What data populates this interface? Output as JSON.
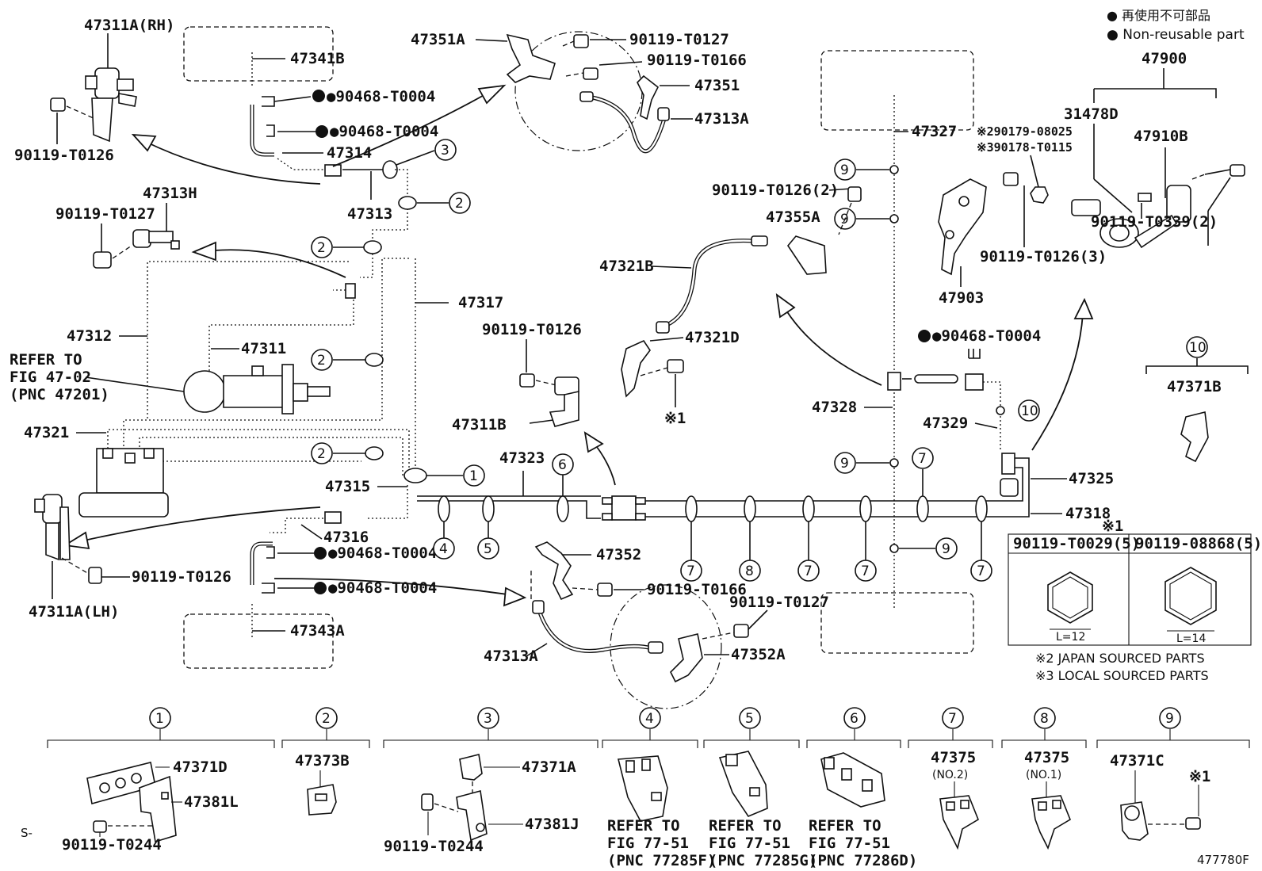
{
  "legend": {
    "jp": "● 再使用不可部品",
    "en": "● Non-reusable part"
  },
  "labels": {
    "l47311A_RH": "47311A(RH)",
    "l47341B": "47341B",
    "l90468_T0004_a": "●90468-T0004",
    "l90468_T0004_b": "●90468-T0004",
    "l47314": "47314",
    "l90119_T0126_a": "90119-T0126",
    "l47313": "47313",
    "l47313H": "47313H",
    "l90119_T0127_a": "90119-T0127",
    "l47312": "47312",
    "l47311": "47311",
    "refer_fig": "REFER TO",
    "refer_fig2": "FIG 47-02",
    "refer_fig3": "(PNC 47201)",
    "l47321": "47321",
    "l47315": "47315",
    "l47316": "47316",
    "l90468_T0004_c": "●90468-T0004",
    "l90468_T0004_d": "●90468-T0004",
    "l47343A": "47343A",
    "l47311A_LH": "47311A(LH)",
    "l90119_T0126_b": "90119-T0126",
    "l47351A": "47351A",
    "l90119_T0127_b": "90119-T0127",
    "l90119_T0166_a": "90119-T0166",
    "l47351": "47351",
    "l47313A_a": "47313A",
    "l47317": "47317",
    "l90119_T0126_c": "90119-T0126",
    "l47311B": "47311B",
    "l47323": "47323",
    "l47352": "47352",
    "l90119_T0166_b": "90119-T0166",
    "l90119_T0127_c": "90119-T0127",
    "l47313A_b": "47313A",
    "l47352A": "47352A",
    "l47321B": "47321B",
    "l47321D": "47321D",
    "mark1_a": "※1",
    "l90119_T0126_2": "90119-T0126(2)",
    "l47355A": "47355A",
    "l47327": "47327",
    "l47328": "47328",
    "l47329": "47329",
    "l47325": "47325",
    "l47318": "47318",
    "l90468_T0004_e": "●90468-T0004",
    "l47900": "47900",
    "l31478D": "31478D",
    "l47910B": "47910B",
    "l90179_08025": "※290179-08025",
    "l90178_T0115": "※390178-T0115",
    "l47903": "47903",
    "l90119_T0126_3": "90119-T0126(3)",
    "l90119_T0339_2": "90119-T0339(2)",
    "l47371B": "47371B",
    "mark1_b": "※1",
    "table_h1": "90119-T0029(5)",
    "table_h2": "90119-08868(5)",
    "table_l1": "L=12",
    "table_l2": "L=14",
    "note2": "※2 JAPAN SOURCED PARTS",
    "note3": "※3 LOCAL SOURCED PARTS",
    "b_47371D": "47371D",
    "b_47381L": "47381L",
    "b_90119_T0244_a": "90119-T0244",
    "b_47373B": "47373B",
    "b_47371A": "47371A",
    "b_47381J": "47381J",
    "b_90119_T0244_b": "90119-T0244",
    "b_ref4_1": "REFER TO",
    "b_ref4_2": "FIG 77-51",
    "b_ref4_3": "(PNC 77285F)",
    "b_ref5_1": "REFER TO",
    "b_ref5_2": "FIG 77-51",
    "b_ref5_3": "(PNC 77285G)",
    "b_ref6_1": "REFER TO",
    "b_ref6_2": "FIG 77-51",
    "b_ref6_3": "(PNC 77286D)",
    "b_47375_a": "47375",
    "b_no2": "(NO.2)",
    "b_47375_b": "47375",
    "b_no1": "(NO.1)",
    "b_47371C": "47371C",
    "b_mark1": "※1",
    "corner_s": "S-",
    "fig_no": "477780F"
  },
  "callouts": {
    "c1": "1",
    "c2": "2",
    "c3": "3",
    "c4": "4",
    "c5": "5",
    "c6": "6",
    "c7": "7",
    "c8": "8",
    "c9": "9",
    "c10": "10"
  }
}
